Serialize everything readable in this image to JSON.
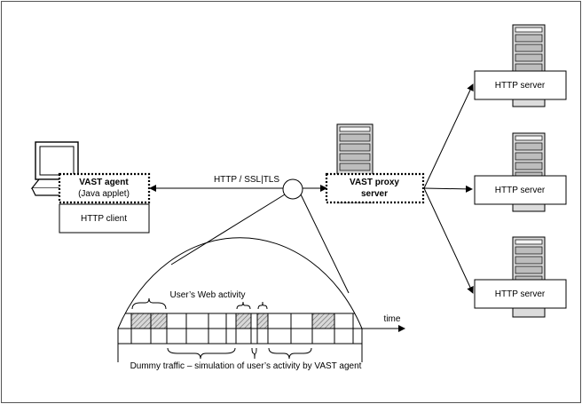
{
  "agent": {
    "title": "VAST agent",
    "subtitle": "(Java applet)",
    "client_label": "HTTP client"
  },
  "link_label": "HTTP / SSL|TLS",
  "proxy": {
    "line1": "VAST proxy",
    "line2": "server"
  },
  "servers": [
    {
      "label": "HTTP server"
    },
    {
      "label": "HTTP server"
    },
    {
      "label": "HTTP server"
    }
  ],
  "timeline": {
    "axis_label": "time",
    "activity_label": "User’s Web activity",
    "dummy_label": "Dummy traffic – simulation of user’s activity by VAST agent"
  }
}
